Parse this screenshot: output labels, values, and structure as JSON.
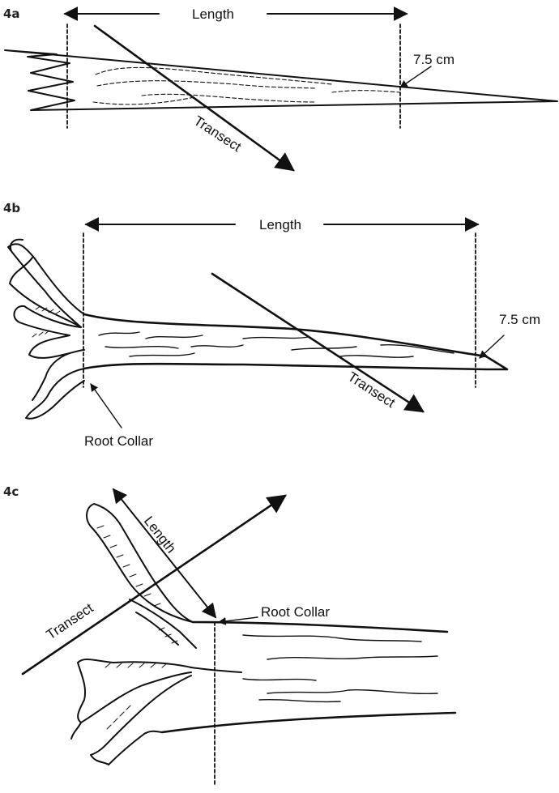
{
  "panels": [
    {
      "id": "4a",
      "label": "4a",
      "length_label": "Length",
      "transect_label": "Transect",
      "diameter_label": "7.5 cm"
    },
    {
      "id": "4b",
      "label": "4b",
      "length_label": "Length",
      "transect_label": "Transect",
      "diameter_label": "7.5 cm",
      "root_collar_label": "Root Collar"
    },
    {
      "id": "4c",
      "label": "4c",
      "length_label": "Length",
      "transect_label": "Transect",
      "root_collar_label": "Root Collar"
    }
  ]
}
